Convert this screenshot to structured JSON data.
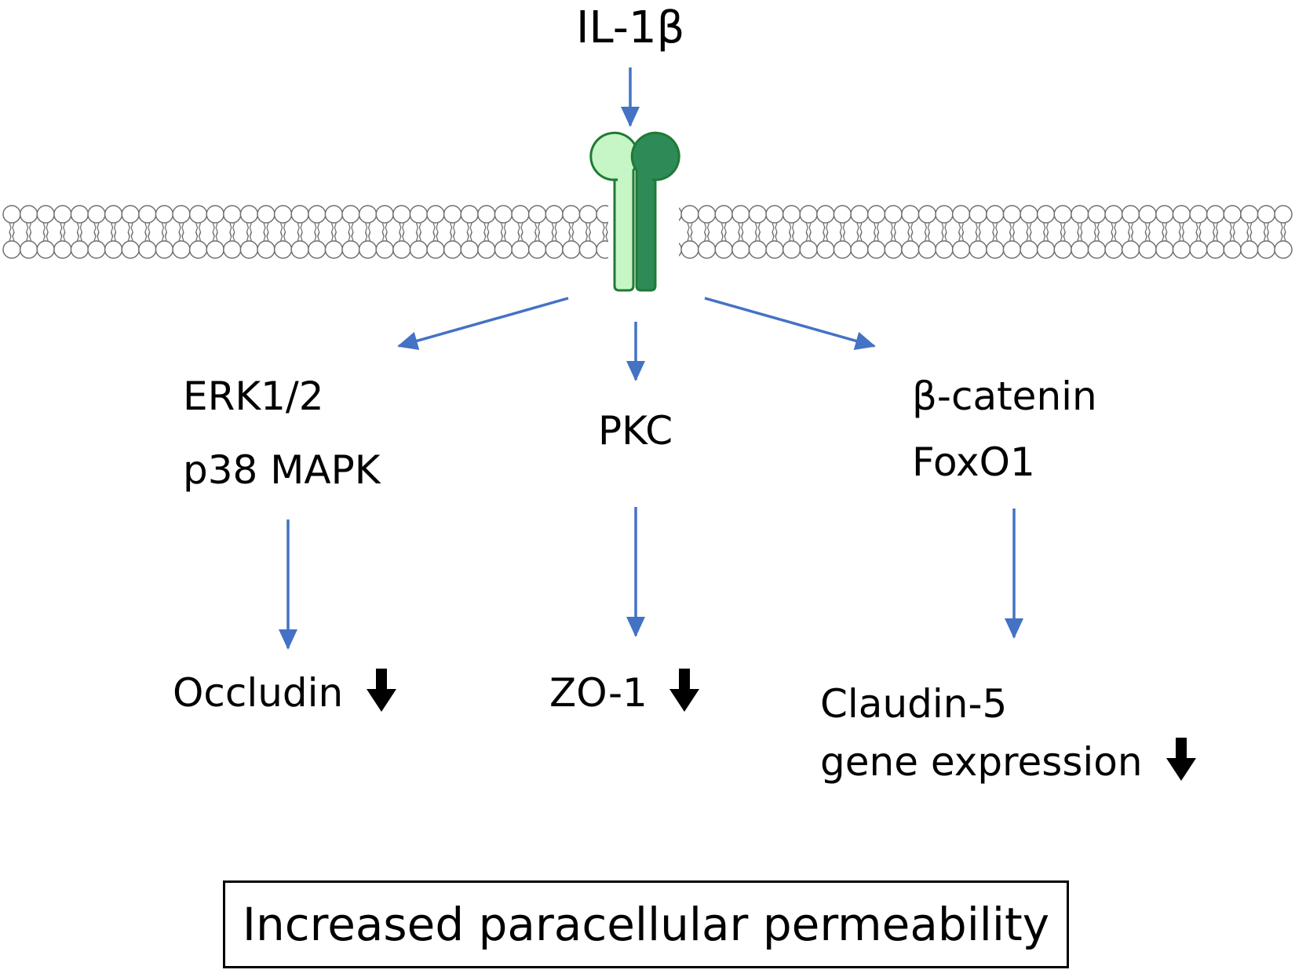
{
  "diagram": {
    "ligand": "IL-1β",
    "pathways": [
      {
        "mediators": [
          "ERK1/2",
          "p38 MAPK"
        ],
        "target": "Occludin"
      },
      {
        "mediators": [
          "PKC"
        ],
        "target": "ZO-1"
      },
      {
        "mediators": [
          "β-catenin",
          "FoxO1"
        ],
        "target": [
          "Claudin-5",
          "gene expression"
        ]
      }
    ],
    "outcome": "Increased paracellular permeability"
  },
  "colors": {
    "arrow": "#4472c4",
    "receptor_light_fill": "#c6f5c6",
    "receptor_dark_fill": "#2e8b57",
    "receptor_outline": "#1f7a35",
    "membrane_outline": "#707070",
    "decrease_arrow": "#000000"
  },
  "icons": {
    "receptor": "receptor-icon",
    "membrane": "lipid-bilayer",
    "decrease": "down-arrow-icon"
  }
}
